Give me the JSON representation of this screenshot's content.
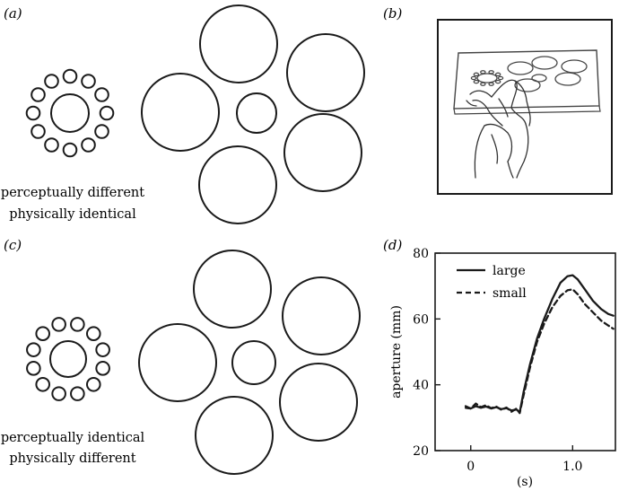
{
  "panels": {
    "a": {
      "label": "(a)",
      "caption_line1": "perceptually different",
      "caption_line2": "physically identical"
    },
    "b": {
      "label": "(b)"
    },
    "c": {
      "label": "(c)",
      "caption_line1": "perceptually identical",
      "caption_line2": "physically different"
    },
    "d": {
      "label": "(d)"
    }
  },
  "chart_data": {
    "type": "line",
    "xlabel": "(s)",
    "ylabel": "aperture (mm)",
    "xlim": [
      -0.35,
      1.42
    ],
    "ylim": [
      20,
      80
    ],
    "xticks": [
      0,
      1.0
    ],
    "xtick_labels": [
      "0",
      "1.0"
    ],
    "yticks": [
      20,
      40,
      60,
      80
    ],
    "ytick_labels": [
      "20",
      "40",
      "60",
      "80"
    ],
    "grid": false,
    "legend_position": "top-left",
    "series": [
      {
        "name": "large",
        "style": "solid",
        "x": [
          -0.05,
          0.0,
          0.05,
          0.1,
          0.15,
          0.2,
          0.25,
          0.3,
          0.35,
          0.4,
          0.45,
          0.48,
          0.52,
          0.58,
          0.65,
          0.72,
          0.8,
          0.88,
          0.95,
          1.0,
          1.05,
          1.12,
          1.2,
          1.28,
          1.35,
          1.4
        ],
        "y": [
          33,
          32.8,
          33.5,
          33.0,
          33.4,
          32.8,
          33.2,
          32.6,
          32.9,
          32.2,
          32.5,
          31.6,
          38,
          46,
          54,
          60,
          66,
          71,
          73,
          73.3,
          72,
          69,
          65.5,
          63,
          61.5,
          61
        ]
      },
      {
        "name": "small",
        "style": "dashed",
        "x": [
          -0.05,
          0.0,
          0.05,
          0.1,
          0.15,
          0.2,
          0.25,
          0.3,
          0.35,
          0.4,
          0.45,
          0.48,
          0.52,
          0.58,
          0.65,
          0.72,
          0.8,
          0.88,
          0.95,
          1.0,
          1.05,
          1.12,
          1.2,
          1.28,
          1.35,
          1.4
        ],
        "y": [
          33.5,
          32.8,
          34.3,
          33.2,
          33.8,
          32.9,
          33.4,
          32.4,
          33.1,
          31.8,
          32.8,
          31.4,
          37,
          45,
          53,
          58.5,
          63.5,
          67,
          68.7,
          69,
          67.5,
          64.5,
          62,
          59.5,
          58,
          57
        ]
      }
    ]
  }
}
